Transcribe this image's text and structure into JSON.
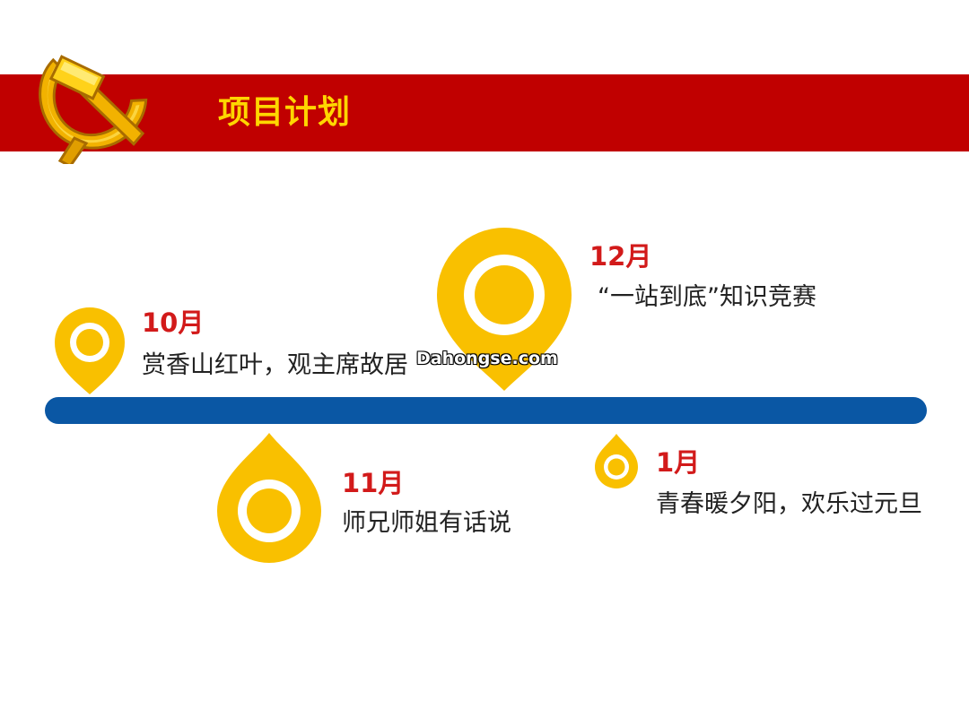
{
  "header": {
    "title": "项目计划"
  },
  "colors": {
    "header_bg": "#c00000",
    "header_title": "#ffd600",
    "timeline": "#0a57a4",
    "marker": "#f9c000",
    "month_text": "#d21a1a"
  },
  "emblem_icon": "hammer-sickle-icon",
  "timeline": {
    "events": [
      {
        "month": "10月",
        "description": "赏香山红叶，观主席故居"
      },
      {
        "month": "11月",
        "description": "师兄师姐有话说"
      },
      {
        "month": "12月",
        "description": "“一站到底”知识竞赛"
      },
      {
        "month": "1月",
        "description": "青春暖夕阳，欢乐过元旦"
      }
    ]
  },
  "watermark": "Dahongse.com"
}
